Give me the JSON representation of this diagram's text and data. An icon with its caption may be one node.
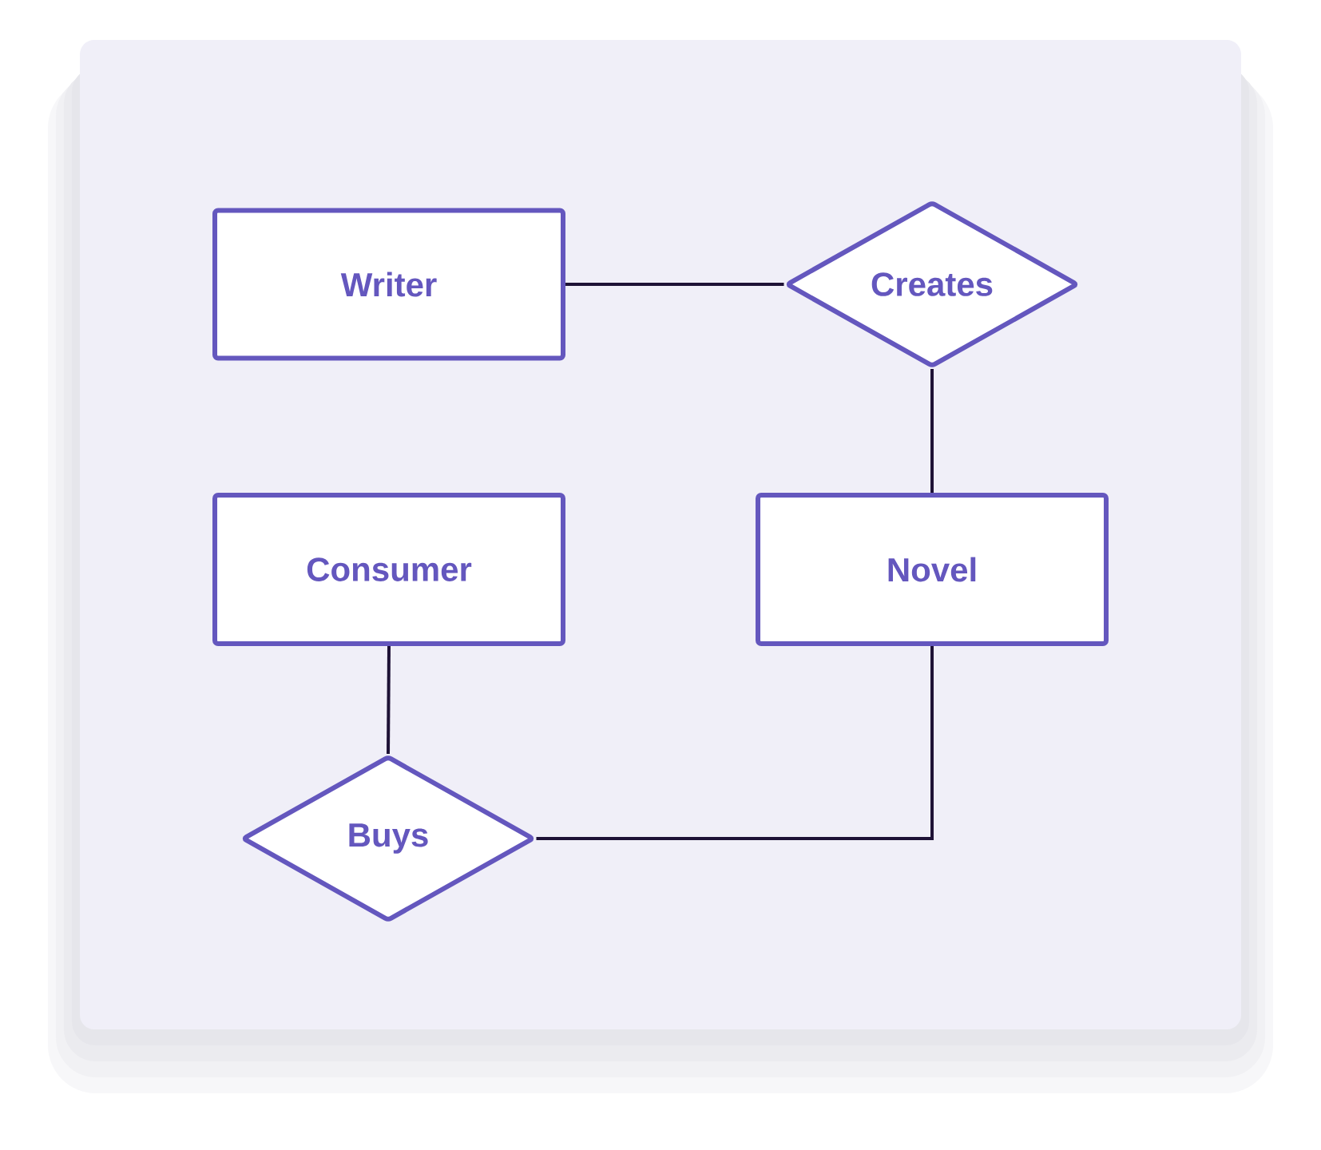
{
  "diagram": {
    "nodes": [
      {
        "text": [
          "Writer"
        ]
      },
      {
        "text": [
          "Creates"
        ]
      },
      {
        "text": [
          "Consumer"
        ]
      },
      {
        "text": [
          "Novel"
        ]
      },
      {
        "text": [
          "Buys"
        ]
      }
    ],
    "edges": [
      {
        "from": 0,
        "to": 1,
        "arrow": "none"
      },
      {
        "from": 1,
        "to": 3,
        "arrow": "none"
      },
      {
        "from": 2,
        "to": 4,
        "arrow": "none"
      },
      {
        "from": 4,
        "to": 3,
        "arrow": "none"
      }
    ]
  }
}
